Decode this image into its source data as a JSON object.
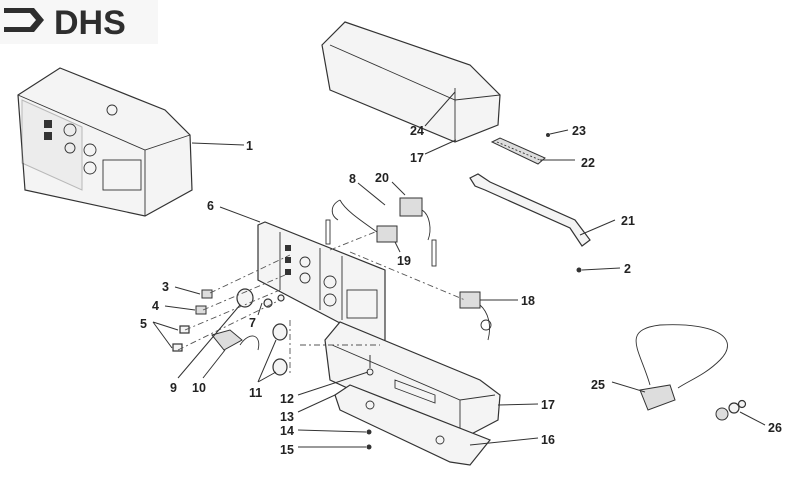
{
  "logo": {
    "text": "DHS"
  },
  "callouts": [
    "1",
    "2",
    "3",
    "4",
    "5",
    "6",
    "7",
    "8",
    "9",
    "10",
    "11",
    "12",
    "13",
    "14",
    "15",
    "16",
    "17",
    "17",
    "18",
    "19",
    "20",
    "21",
    "22",
    "23",
    "24",
    "25",
    "26"
  ]
}
